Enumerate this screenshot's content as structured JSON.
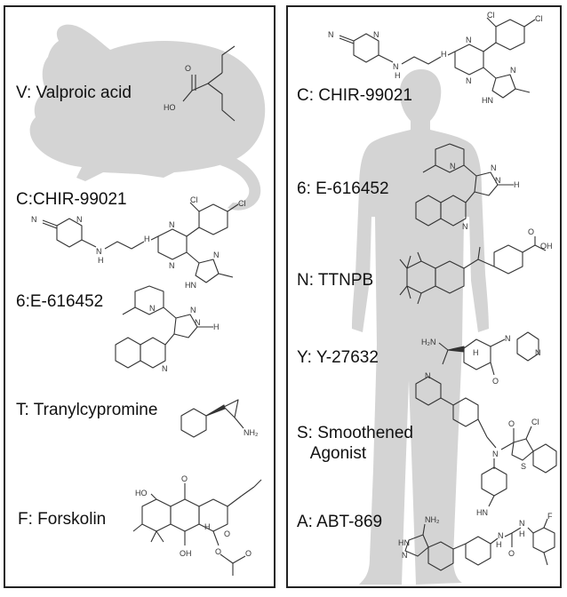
{
  "mouse_panel": {
    "compounds": [
      {
        "label": "V: Valproic acid",
        "atoms": [
          "HO",
          "O"
        ]
      },
      {
        "label": "C:CHIR-99021",
        "atoms": [
          "N",
          "N",
          "N",
          "H",
          "H",
          "N",
          "N",
          "Cl",
          "Cl",
          "HN",
          "N"
        ]
      },
      {
        "label": "6:E-616452",
        "atoms": [
          "N",
          "N",
          "N",
          "H",
          "N"
        ]
      },
      {
        "label": "T: Tranylcypromine",
        "atoms": [
          "NH₂"
        ]
      },
      {
        "label": "F: Forskolin",
        "atoms": [
          "O",
          "O",
          "HO",
          "H",
          "OH",
          "O",
          "O"
        ]
      }
    ]
  },
  "human_panel": {
    "compounds": [
      {
        "label": "C: CHIR-99021",
        "atoms": [
          "N",
          "N",
          "N",
          "H",
          "H",
          "N",
          "N",
          "Cl",
          "Cl",
          "HN",
          "N"
        ]
      },
      {
        "label": "6: E-616452",
        "atoms": [
          "N",
          "N",
          "N",
          "H",
          "N"
        ]
      },
      {
        "label": "N: TTNPB",
        "atoms": [
          "OH",
          "O"
        ]
      },
      {
        "label": "Y: Y-27632",
        "atoms": [
          "H₂N",
          "H",
          "N",
          "N",
          "O"
        ]
      },
      {
        "label": "S: Smoothened\n   Agonist",
        "atoms": [
          "N",
          "N",
          "O",
          "S",
          "Cl",
          "HN"
        ]
      },
      {
        "label": "A: ABT-869",
        "atoms": [
          "NH₂",
          "HN",
          "N",
          "H",
          "N",
          "H",
          "N",
          "O",
          "F"
        ]
      }
    ]
  },
  "colors": {
    "silhouette": "#d4d4d4",
    "border": "#222222",
    "text": "#111111",
    "bond": "#333333"
  }
}
